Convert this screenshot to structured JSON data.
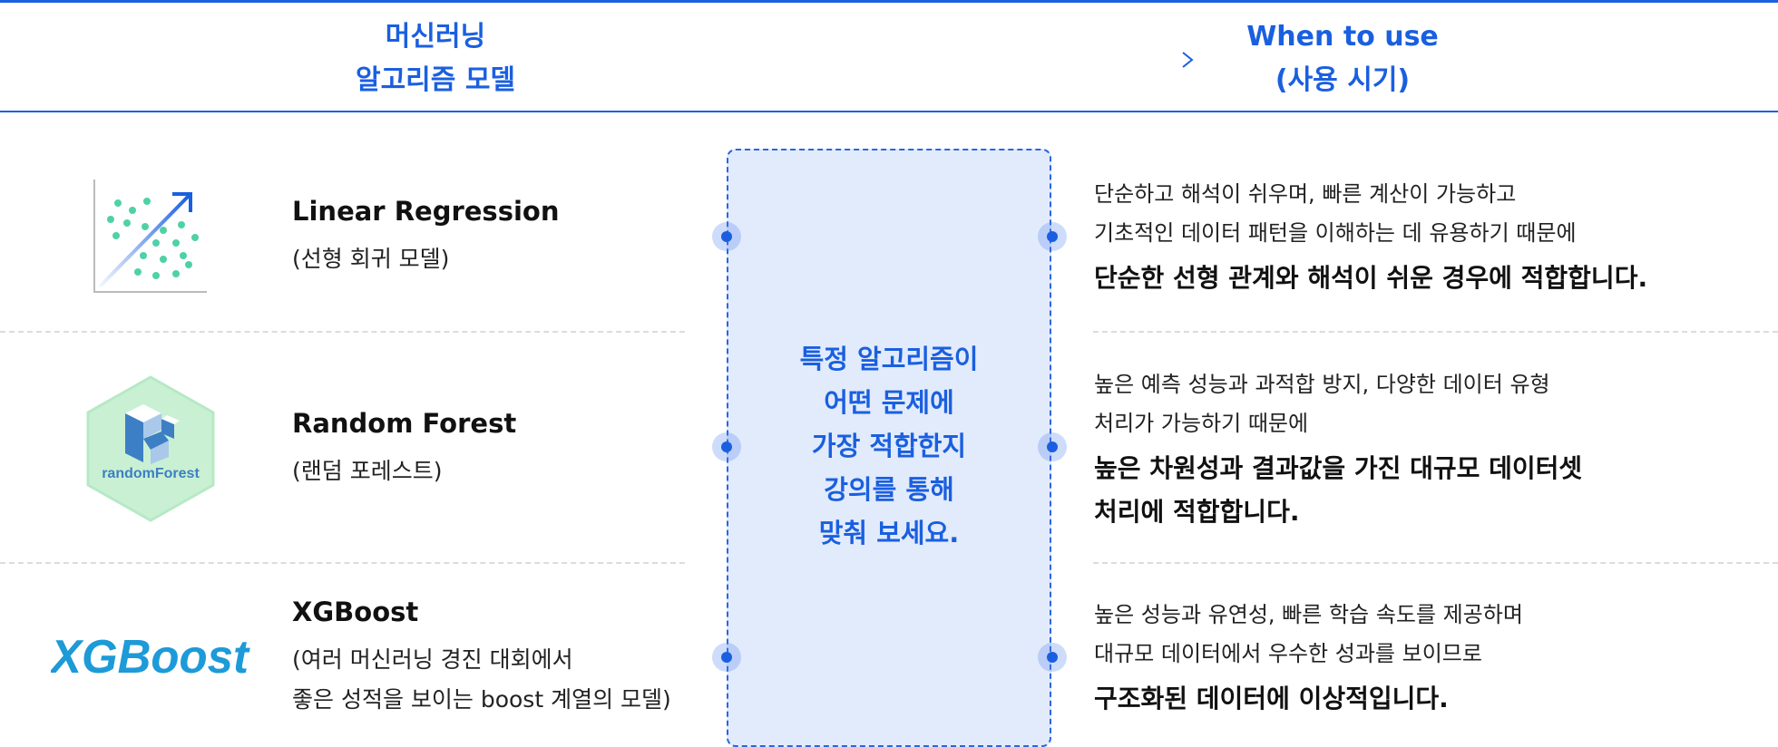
{
  "header": {
    "left_line1": "머신러닝",
    "left_line2": "알고리즘 모델",
    "right_line1": "When to use",
    "right_line2": "(사용 시기)"
  },
  "center": {
    "lines": [
      "특정 알고리즘이",
      "어떤 문제에",
      "가장 적합한지",
      "강의를 통해",
      "맞춰 보세요."
    ]
  },
  "models": [
    {
      "name": "Linear Regression",
      "desc": [
        "(선형 회귀 모델)"
      ],
      "reason_sub": [
        "단순하고 해석이 쉬우며, 빠른 계산이 가능하고",
        "기초적인 데이터 패턴을 이해하는 데 유용하기 때문에"
      ],
      "reason_main": [
        "단순한 선형 관계와 해석이 쉬운 경우에 적합합니다."
      ]
    },
    {
      "name": "Random Forest",
      "desc": [
        "(랜덤 포레스트)"
      ],
      "logo_text": "randomForest",
      "reason_sub": [
        "높은 예측 성능과 과적합 방지, 다양한 데이터 유형",
        "처리가 가능하기 때문에"
      ],
      "reason_main": [
        "높은 차원성과 결과값을 가진 대규모 데이터셋",
        "처리에 적합합니다."
      ]
    },
    {
      "name": "XGBoost",
      "desc": [
        "(여러 머신러닝 경진 대회에서",
        "좋은 성적을 보이는 boost 계열의 모델)"
      ],
      "logo_text": "XGBoost",
      "reason_sub": [
        "높은 성능과 유연성, 빠른 학습 속도를 제공하며",
        "대규모 데이터에서 우수한 성과를 보이므로"
      ],
      "reason_main": [
        "구조화된 데이터에 이상적입니다."
      ]
    }
  ],
  "colors": {
    "accent": "#1a5fe0",
    "center_bg": "#e2ebfb",
    "rf_hex": "#c9f0d3",
    "rf_text": "#3d7fc4",
    "xgb_logo": "#1d9ad8",
    "scatter_dot": "#4fd1a8"
  }
}
